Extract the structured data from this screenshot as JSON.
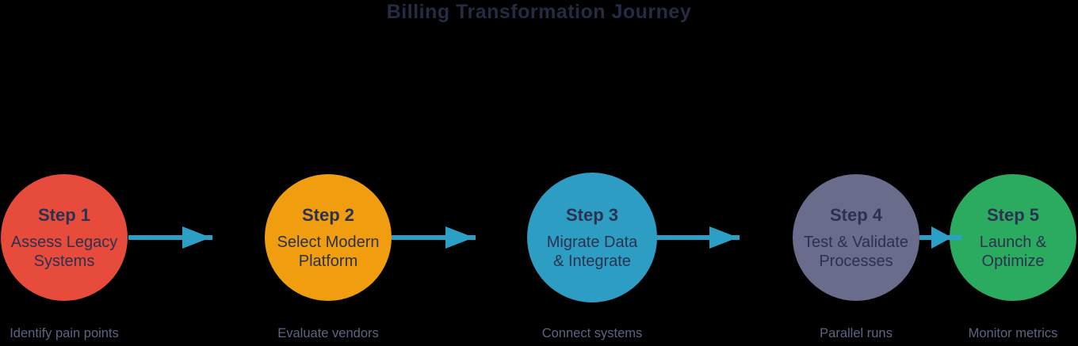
{
  "title": "Billing Transformation Journey",
  "background_color": "#000000",
  "title_color": "#262B42",
  "step_text_color": "#2C3150",
  "caption_color": "#5E6483",
  "arrow_color": "#2B9FC6",
  "steps": [
    {
      "label": "Step 1",
      "desc_line1": "Assess Legacy",
      "desc_line2": "Systems",
      "caption": "Identify pain points",
      "color": "#E64B3C"
    },
    {
      "label": "Step 2",
      "desc_line1": "Select Modern",
      "desc_line2": "Platform",
      "caption": "Evaluate vendors",
      "color": "#F09E10"
    },
    {
      "label": "Step 3",
      "desc_line1": "Migrate Data",
      "desc_line2": "& Integrate",
      "caption": "Connect systems",
      "color": "#2E9DC3"
    },
    {
      "label": "Step 4",
      "desc_line1": "Test & Validate",
      "desc_line2": "Processes",
      "caption": "Parallel runs",
      "color": "#696D8B"
    },
    {
      "label": "Step 5",
      "desc_line1": "Launch &",
      "desc_line2": "Optimize",
      "caption": "Monitor metrics",
      "color": "#2BAB5F"
    }
  ]
}
